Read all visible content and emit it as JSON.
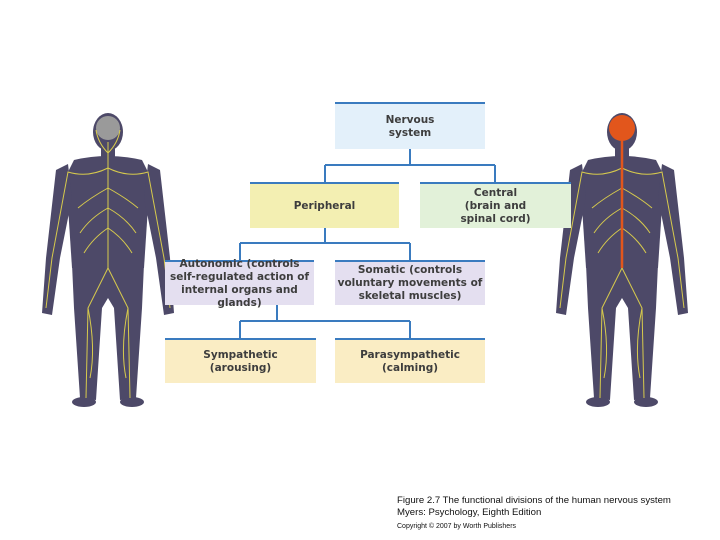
{
  "diagram": {
    "nodes": {
      "nervous": "Nervous\nsystem",
      "peripheral": "Peripheral",
      "central": "Central\n(brain and\nspinal cord)",
      "autonomic": "Autonomic (controls\nself-regulated action of\ninternal organs and glands)",
      "somatic": "Somatic (controls\nvoluntary movements of\nskeletal muscles)",
      "sympathetic": "Sympathetic\n(arousing)",
      "parasympathetic": "Parasympathetic\n(calming)"
    },
    "edges": [
      [
        "nervous",
        "peripheral"
      ],
      [
        "nervous",
        "central"
      ],
      [
        "peripheral",
        "autonomic"
      ],
      [
        "peripheral",
        "somatic"
      ],
      [
        "autonomic",
        "sympathetic"
      ],
      [
        "autonomic",
        "parasympathetic"
      ]
    ],
    "colors": {
      "connector": "#3a7bbf",
      "nervous_fill": "#e3f0fa",
      "peripheral_fill": "#f3efb2",
      "central_fill": "#e2f1d9",
      "motor_fill": "#e4dff0",
      "autonomic_branch_fill": "#faedc4",
      "nerves": "#e6d94a",
      "body": "#4d4968",
      "brain_highlight": "#e2561c"
    }
  },
  "caption": {
    "line1": "Figure 2.7 The functional divisions of the human nervous system",
    "line2": "Myers: Psychology, Eighth Edition",
    "line3": "Copyright © 2007 by Worth Publishers"
  }
}
